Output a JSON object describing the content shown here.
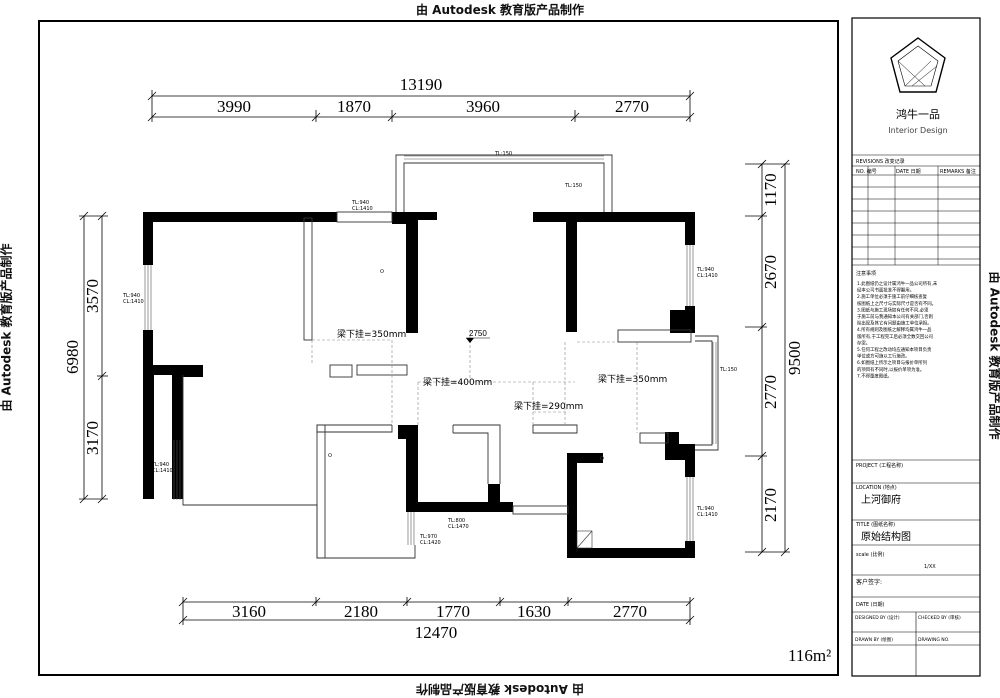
{
  "watermark": "由 Autodesk 教育版产品制作",
  "dimensions": {
    "top_total": "13190",
    "top": [
      "3990",
      "1870",
      "3960",
      "2770"
    ],
    "bottom": [
      "3160",
      "2180",
      "1770",
      "1630",
      "2770"
    ],
    "bottom_total": "12470",
    "left_total": "6980",
    "left": [
      "3570",
      "3170"
    ],
    "right": [
      "1170",
      "2670",
      "2770",
      "2170"
    ],
    "right_total": "9500"
  },
  "labels": {
    "beam_350_left": "梁下挂=350mm",
    "beam_400": "梁下挂=400mm",
    "beam_290": "梁下挂=290mm",
    "beam_350_right": "梁下挂=350mm",
    "elevation": "2750",
    "area": "116m²"
  },
  "window_tags": {
    "w1a": "TL:940",
    "w1b": "CL:1410",
    "w2a": "TL:940",
    "w2b": "CL:1410",
    "w3": "TL:150",
    "w4": "TL:150",
    "w5a": "TL:940",
    "w5b": "CL:1410",
    "w6": "TL:150",
    "w7a": "TL:940",
    "w7b": "CL:1410",
    "w8a": "TL:800",
    "w8b": "CL:1470",
    "w9a": "TL:970",
    "w9b": "CL:1420",
    "w10a": "TL:940",
    "w10b": "CL:1410"
  },
  "title_block": {
    "company": "鸿牛一品",
    "company_en": "Interior Design",
    "revisions_header": "REVISIONS 改变记录",
    "rev_no": "NO. 编号",
    "rev_date": "DATE 日期",
    "rev_remarks": "REMARKS 备注",
    "notes_title": "注意事项",
    "notes": [
      "1.此图纸仍之设计属鸿牛一品公司所有,未",
      "经本公司书面批准不得翻用。",
      "2.施工单位必须于施工前仔细核查复",
      "核图纸上之尺寸与实际尺寸是否有不同。",
      "3.图纸与施工现场如有任何不同,必须",
      "于施工前与我通知本公司有关部门,否则",
      "除出现及其它有问题由施工单位承担。",
      "4.所有规则及图纸之解释均属鸿牛一品",
      "版所有,于工程完工后必须全数交回公司",
      "存案。",
      "5.任何工程之改动均应通知本项目负责",
      "单位或方可施以工行施改。",
      "6.如图纸上所示之项目与报价单所列",
      "的项目有不同时,以报价单项为准。",
      "7.不得量度图纸。"
    ],
    "project_label": "PROJECT (工程名称)",
    "location_label": "LOCATION (地点)",
    "location": "上河御府",
    "title_label": "TITLE (图纸名称)",
    "title": "原始结构图",
    "scale_label": "scale (比例)",
    "scale": "1/XX",
    "client_label": "客户签字:",
    "date_label": "DATE (日期)",
    "designed_by": "DESIGNED BY (设计)",
    "checked_by": "CHECKED BY (审核)",
    "drawn_by": "DRAWN BY (绘图)",
    "drawing_no": "DRAWING NO."
  }
}
